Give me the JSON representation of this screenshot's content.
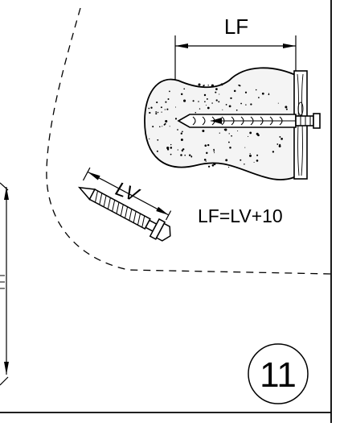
{
  "labels": {
    "lf": "LF",
    "lv": "LV",
    "formula": "LF=LV+10",
    "step_number": "11"
  },
  "colors": {
    "line": "#000000",
    "background": "#ffffff",
    "concrete_fill": "#f4f4f4"
  }
}
